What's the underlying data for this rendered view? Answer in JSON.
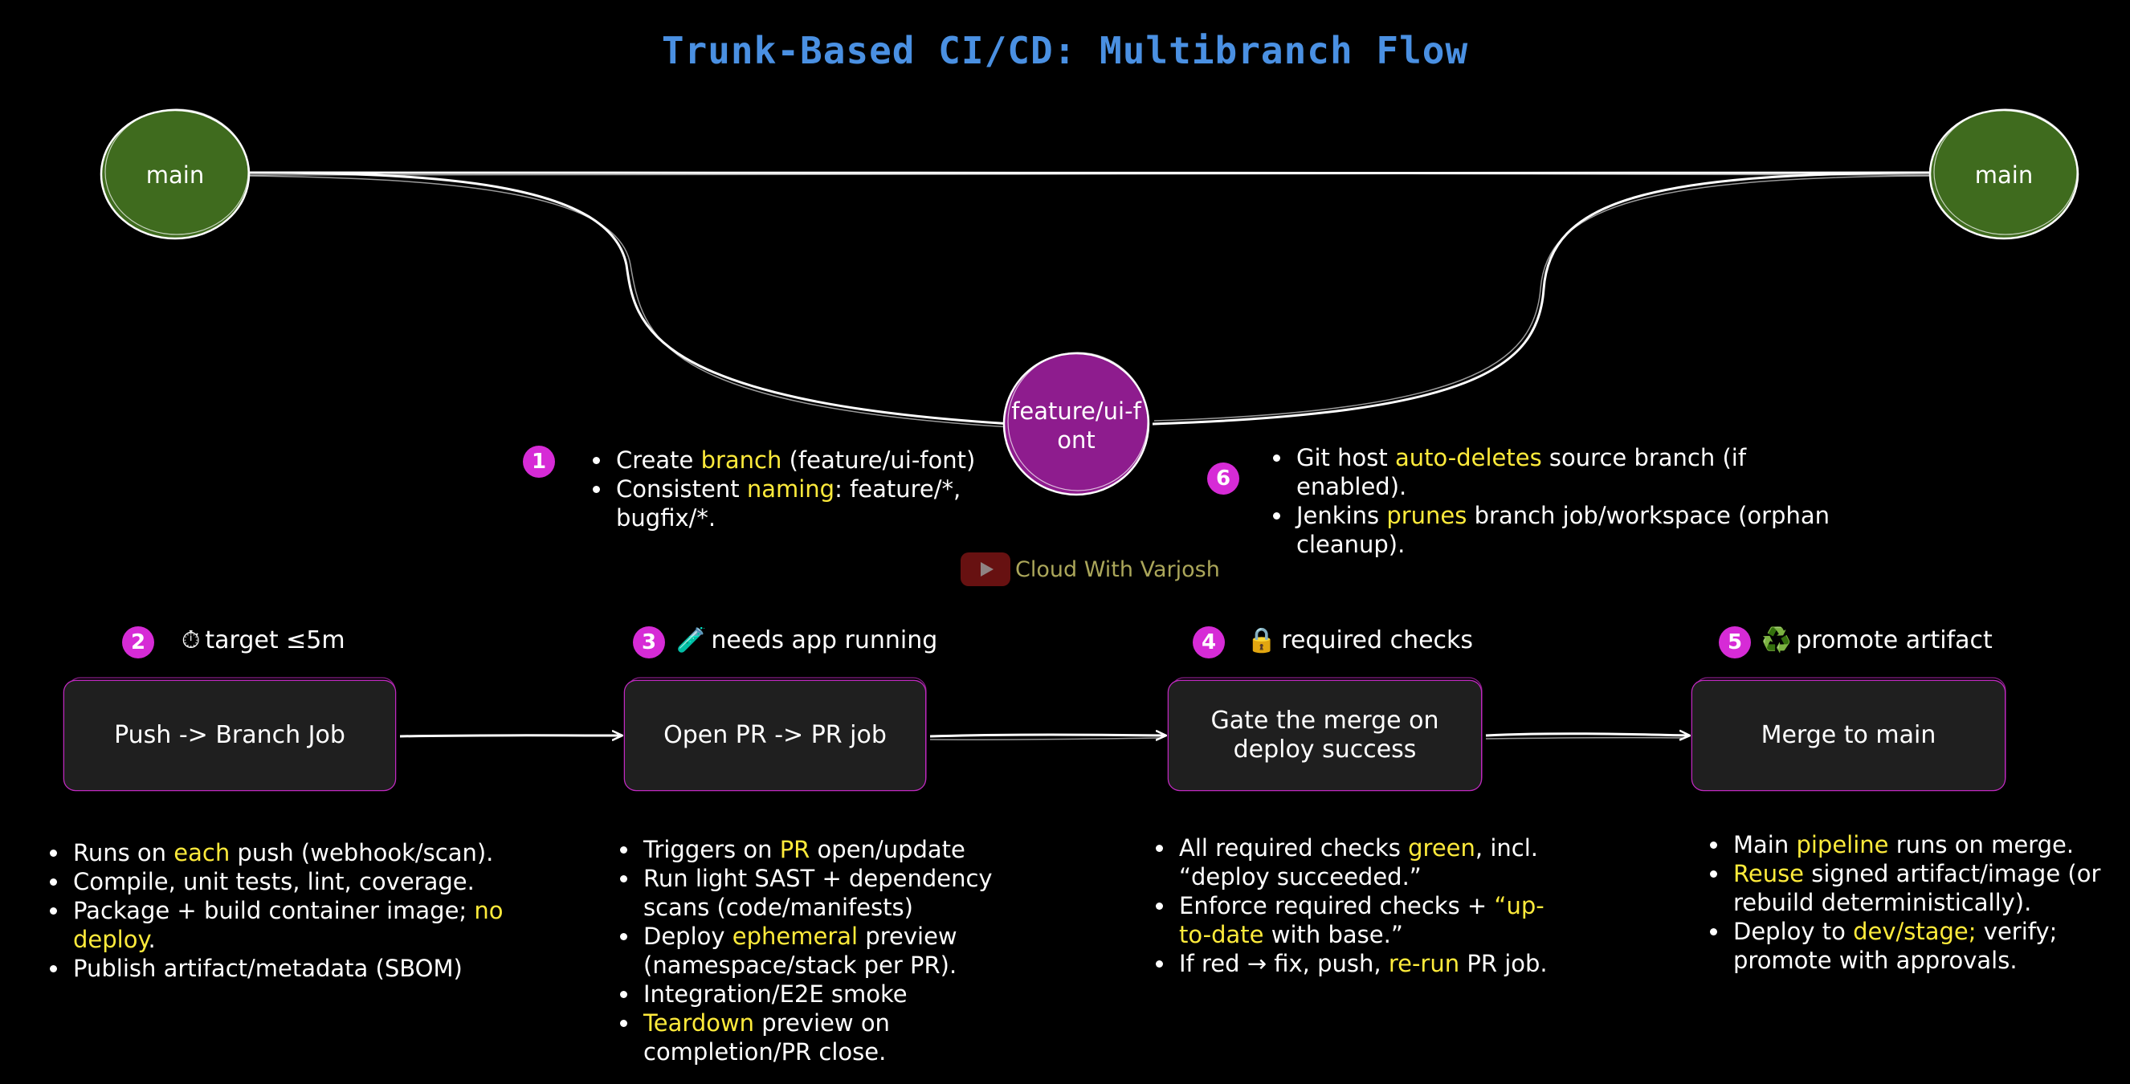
{
  "title": "Trunk-Based CI/CD: Multibranch Flow",
  "nodes": {
    "main_left": "main",
    "main_right": "main",
    "feature": "feature/ui-font"
  },
  "colors": {
    "title": "#4a90e2",
    "main_node": "#3f6b1e",
    "feature_node": "#8e1c8e",
    "badge": "#d62bd6",
    "highlight": "#ffeb3b",
    "box_fill": "#1f1f1f",
    "box_border": "#c02ac0"
  },
  "watermark": {
    "icon": "youtube-play-icon",
    "text": "Cloud With Varjosh"
  },
  "steps": [
    {
      "number": "1",
      "caption": "",
      "icon": "",
      "notes": [
        [
          {
            "t": "Create "
          },
          {
            "t": "branch",
            "hl": true
          },
          {
            "t": " (feature/ui-font)"
          }
        ],
        [
          {
            "t": "Consistent "
          },
          {
            "t": "naming",
            "hl": true
          },
          {
            "t": ": feature/*, bugfix/*."
          }
        ]
      ]
    },
    {
      "number": "2",
      "caption": "target ≤5m",
      "icon": "⏱",
      "box": "Push -> Branch Job",
      "notes": [
        [
          {
            "t": "Runs on "
          },
          {
            "t": "each",
            "hl": true
          },
          {
            "t": " push (webhook/scan)."
          }
        ],
        [
          {
            "t": "Compile, unit tests, lint, coverage."
          }
        ],
        [
          {
            "t": "Package + build container image; "
          },
          {
            "t": "no deploy",
            "hl": true
          },
          {
            "t": "."
          }
        ],
        [
          {
            "t": "Publish artifact/metadata (SBOM)"
          }
        ]
      ]
    },
    {
      "number": "3",
      "caption": "needs app running",
      "icon": "🧪",
      "box": "Open PR -> PR job",
      "notes": [
        [
          {
            "t": "Triggers on "
          },
          {
            "t": "PR",
            "hl": true
          },
          {
            "t": " open/update"
          }
        ],
        [
          {
            "t": "Run light SAST + dependency scans (code/manifests)"
          }
        ],
        [
          {
            "t": "Deploy "
          },
          {
            "t": "ephemeral",
            "hl": true
          },
          {
            "t": " preview (namespace/stack per PR)."
          }
        ],
        [
          {
            "t": "Integration/E2E smoke"
          }
        ],
        [
          {
            "t": "Teardown",
            "hl": true
          },
          {
            "t": " preview on completion/PR close."
          }
        ]
      ]
    },
    {
      "number": "4",
      "caption": "required checks",
      "icon": "🔒",
      "box": "Gate the merge on deploy success",
      "notes": [
        [
          {
            "t": "All required checks "
          },
          {
            "t": "green",
            "hl": true
          },
          {
            "t": ", incl. “deploy succeeded.”"
          }
        ],
        [
          {
            "t": "Enforce required checks + "
          },
          {
            "t": "“up-to-date",
            "hl": true
          },
          {
            "t": " with base.”"
          }
        ],
        [
          {
            "t": "If red → fix, push, "
          },
          {
            "t": "re-run",
            "hl": true
          },
          {
            "t": " PR job."
          }
        ]
      ]
    },
    {
      "number": "5",
      "caption": "promote artifact",
      "icon": "♻️",
      "box": "Merge to main",
      "notes": [
        [
          {
            "t": "Main "
          },
          {
            "t": "pipeline",
            "hl": true
          },
          {
            "t": " runs on merge."
          }
        ],
        [
          {
            "t": "Reuse",
            "hl": true
          },
          {
            "t": " signed artifact/image (or rebuild deterministically)."
          }
        ],
        [
          {
            "t": "Deploy to "
          },
          {
            "t": "dev/stage;",
            "hl": true
          },
          {
            "t": " verify; promote with approvals."
          }
        ]
      ]
    },
    {
      "number": "6",
      "caption": "",
      "icon": "",
      "notes": [
        [
          {
            "t": "Git host "
          },
          {
            "t": "auto-deletes",
            "hl": true
          },
          {
            "t": " source branch (if enabled)."
          }
        ],
        [
          {
            "t": "Jenkins "
          },
          {
            "t": "prunes",
            "hl": true
          },
          {
            "t": " branch job/workspace (orphan cleanup)."
          }
        ]
      ]
    }
  ]
}
